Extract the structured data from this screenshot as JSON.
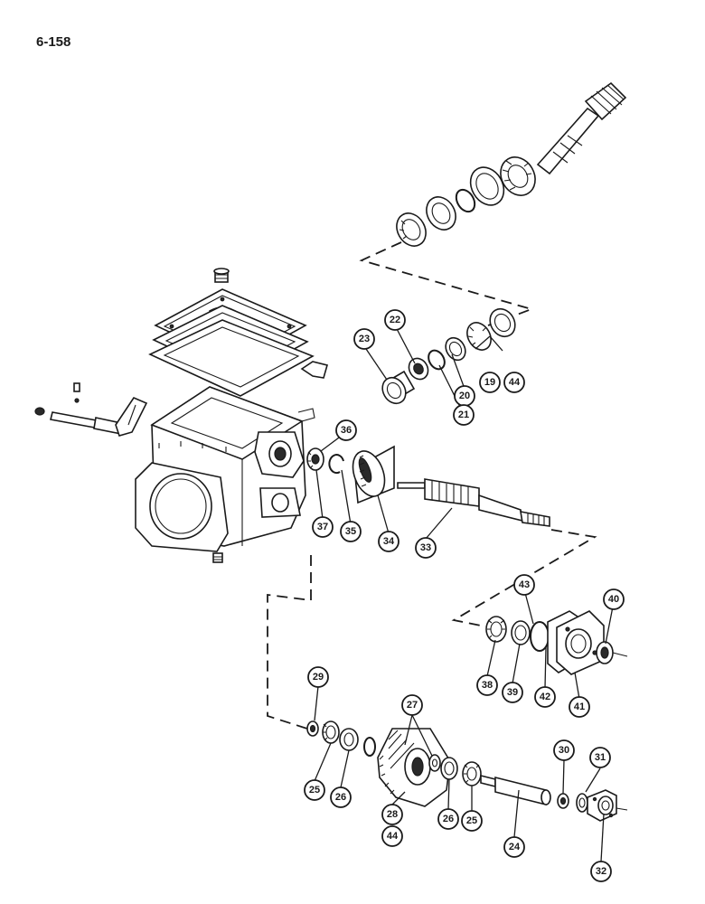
{
  "page_number": "6-158",
  "callouts": [
    {
      "id": "19",
      "label": "19"
    },
    {
      "id": "44a",
      "label": "44"
    },
    {
      "id": "20",
      "label": "20"
    },
    {
      "id": "21",
      "label": "21"
    },
    {
      "id": "22",
      "label": "22"
    },
    {
      "id": "23",
      "label": "23"
    },
    {
      "id": "36",
      "label": "36"
    },
    {
      "id": "37",
      "label": "37"
    },
    {
      "id": "35",
      "label": "35"
    },
    {
      "id": "34",
      "label": "34"
    },
    {
      "id": "33",
      "label": "33"
    },
    {
      "id": "43",
      "label": "43"
    },
    {
      "id": "40",
      "label": "40"
    },
    {
      "id": "38",
      "label": "38"
    },
    {
      "id": "39",
      "label": "39"
    },
    {
      "id": "42",
      "label": "42"
    },
    {
      "id": "41",
      "label": "41"
    },
    {
      "id": "29",
      "label": "29"
    },
    {
      "id": "27",
      "label": "27"
    },
    {
      "id": "30",
      "label": "30"
    },
    {
      "id": "31",
      "label": "31"
    },
    {
      "id": "25a",
      "label": "25"
    },
    {
      "id": "26a",
      "label": "26"
    },
    {
      "id": "28",
      "label": "28"
    },
    {
      "id": "44b",
      "label": "44"
    },
    {
      "id": "26b",
      "label": "26"
    },
    {
      "id": "25b",
      "label": "25"
    },
    {
      "id": "24",
      "label": "24"
    },
    {
      "id": "32",
      "label": "32"
    }
  ]
}
